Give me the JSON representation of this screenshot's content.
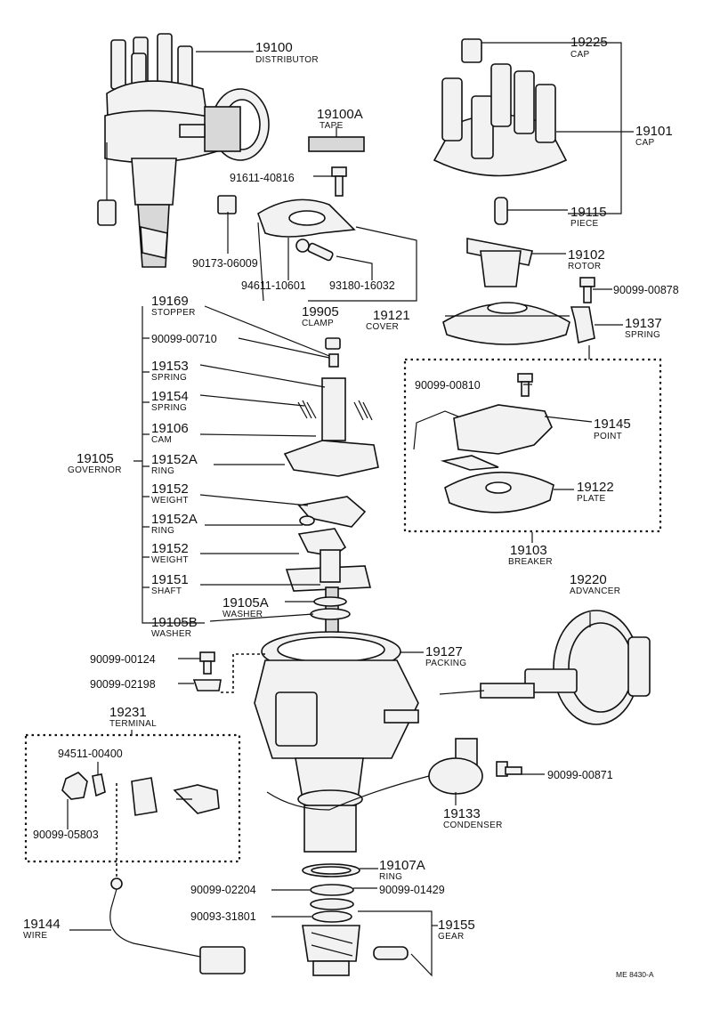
{
  "labels": {
    "distributor": {
      "num": "19100",
      "name": "DISTRIBUTOR"
    },
    "cap_small": {
      "num": "19225",
      "name": "CAP"
    },
    "tape": {
      "num": "19100A",
      "name": "TAPE"
    },
    "cap": {
      "num": "19101",
      "name": "CAP"
    },
    "bolt_91611": {
      "num": "91611-40816"
    },
    "piece": {
      "num": "19115",
      "name": "PIECE"
    },
    "nut_90173": {
      "num": "90173-06009"
    },
    "rotor": {
      "num": "19102",
      "name": "ROTOR"
    },
    "washer_94611": {
      "num": "94611-10601"
    },
    "screw_93180": {
      "num": "93180-16032"
    },
    "screw_00878": {
      "num": "90099-00878"
    },
    "clamp": {
      "num": "19905",
      "name": "CLAMP"
    },
    "stopper": {
      "num": "19169",
      "name": "STOPPER"
    },
    "cover": {
      "num": "19121",
      "name": "COVER"
    },
    "spring_19137": {
      "num": "19137",
      "name": "SPRING"
    },
    "screw_00710": {
      "num": "90099-00710"
    },
    "spring_19153": {
      "num": "19153",
      "name": "SPRING"
    },
    "screw_00810": {
      "num": "90099-00810"
    },
    "spring_19154": {
      "num": "19154",
      "name": "SPRING"
    },
    "point": {
      "num": "19145",
      "name": "POINT"
    },
    "cam": {
      "num": "19106",
      "name": "CAM"
    },
    "governor": {
      "num": "19105",
      "name": "GOVERNOR"
    },
    "ring_19152a_top": {
      "num": "19152A",
      "name": "RING"
    },
    "plate": {
      "num": "19122",
      "name": "PLATE"
    },
    "weight_top": {
      "num": "19152",
      "name": "WEIGHT"
    },
    "ring_19152a_bot": {
      "num": "19152A",
      "name": "RING"
    },
    "breaker": {
      "num": "19103",
      "name": "BREAKER"
    },
    "weight_bot": {
      "num": "19152",
      "name": "WEIGHT"
    },
    "advancer": {
      "num": "19220",
      "name": "ADVANCER"
    },
    "shaft": {
      "num": "19151",
      "name": "SHAFT"
    },
    "washer_19105a": {
      "num": "19105A",
      "name": "WASHER"
    },
    "washer_19105b": {
      "num": "19105B",
      "name": "WASHER"
    },
    "packing": {
      "num": "19127",
      "name": "PACKING"
    },
    "screw_00124": {
      "num": "90099-00124"
    },
    "clip_02198": {
      "num": "90099-02198"
    },
    "terminal": {
      "num": "19231",
      "name": "TERMINAL"
    },
    "nut_94511": {
      "num": "94511-00400"
    },
    "screw_00871": {
      "num": "90099-00871"
    },
    "nut_05803": {
      "num": "90099-05803"
    },
    "condenser": {
      "num": "19133",
      "name": "CONDENSER"
    },
    "ring_19107a": {
      "num": "19107A",
      "name": "RING"
    },
    "washer_02204": {
      "num": "90099-02204"
    },
    "washer_01429": {
      "num": "90099-01429"
    },
    "wire": {
      "num": "19144",
      "name": "WIRE"
    },
    "pin_31801": {
      "num": "90093-31801"
    },
    "gear": {
      "num": "19155",
      "name": "GEAR"
    }
  },
  "figure_code": "ME 8430-A"
}
